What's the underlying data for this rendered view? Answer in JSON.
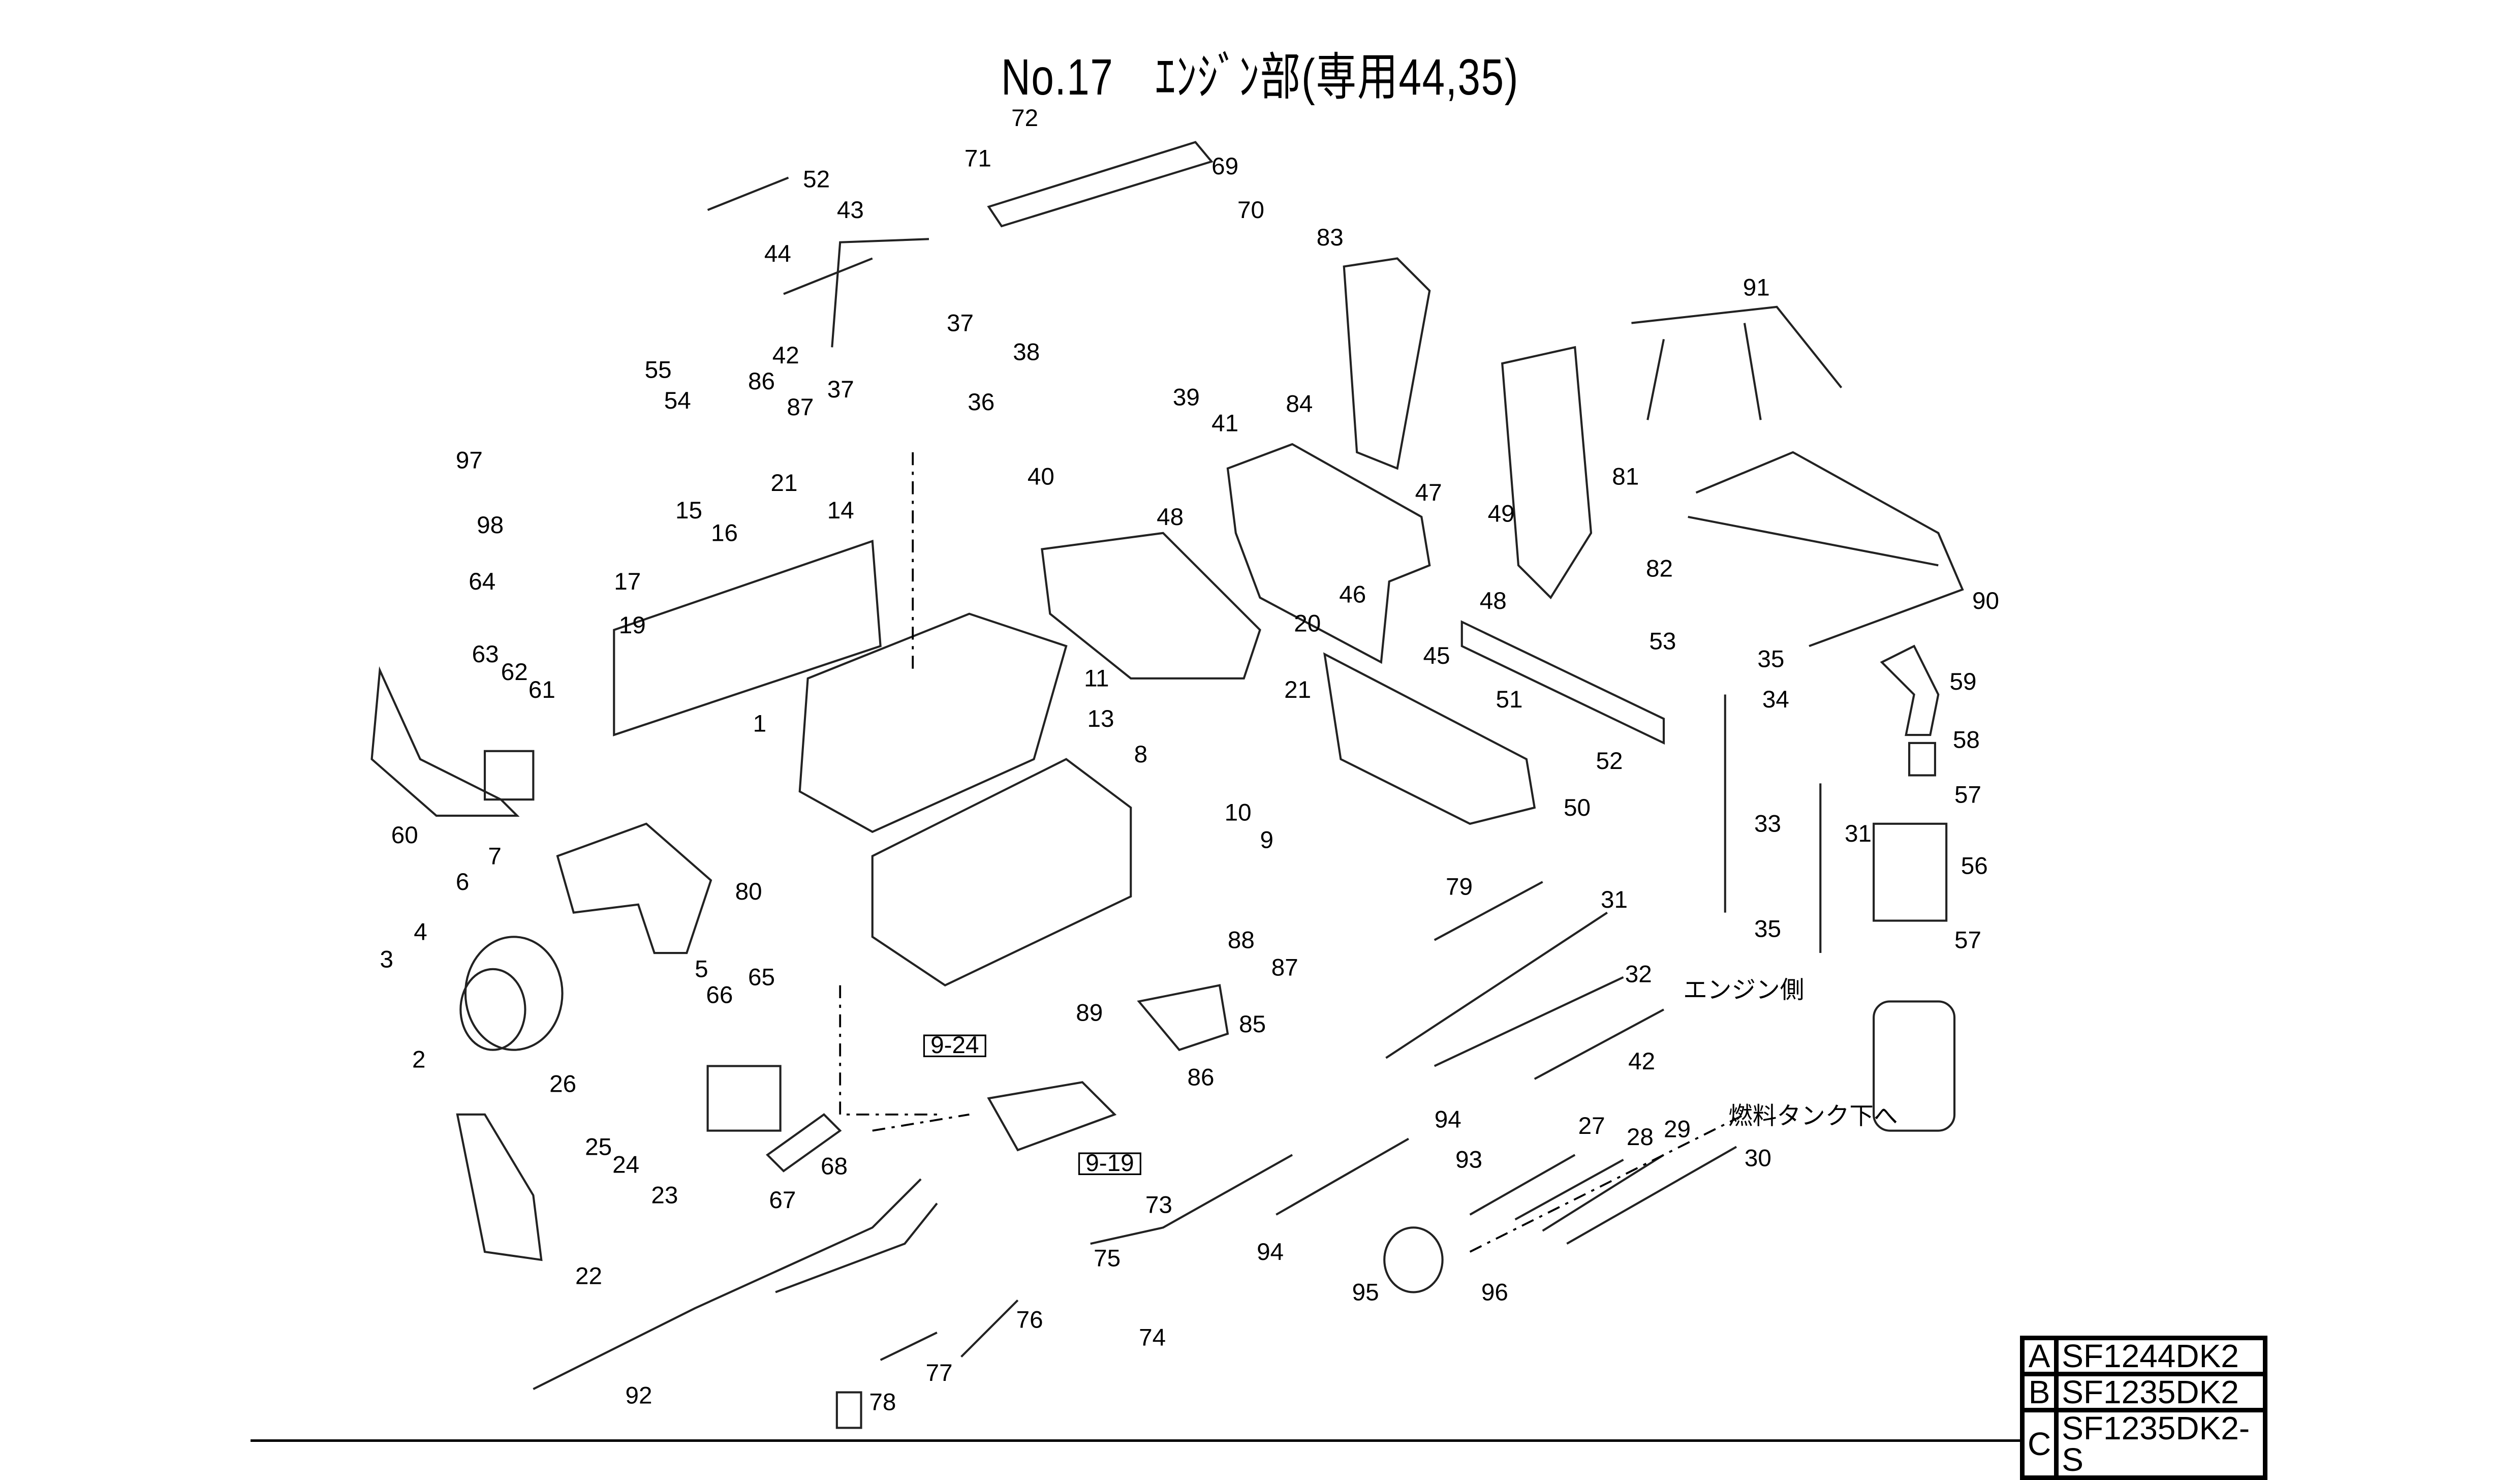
{
  "title": "No.17　ｴﾝｼﾞﾝ部(専用44,35)",
  "callouts": [
    "52",
    "43",
    "44",
    "42",
    "37",
    "38",
    "37",
    "36",
    "39",
    "41",
    "40",
    "72",
    "71",
    "69",
    "70",
    "83",
    "84",
    "91",
    "81",
    "47",
    "49",
    "48",
    "46",
    "48",
    "45",
    "82",
    "90",
    "53",
    "35",
    "34",
    "59",
    "58",
    "57",
    "56",
    "33",
    "31",
    "35",
    "57",
    "55",
    "54",
    "86",
    "87",
    "97",
    "98",
    "21",
    "15",
    "16",
    "14",
    "17",
    "19",
    "64",
    "63",
    "62",
    "61",
    "1",
    "11",
    "13",
    "20",
    "21",
    "51",
    "52",
    "50",
    "8",
    "10",
    "9",
    "60",
    "7",
    "6",
    "80",
    "4",
    "3",
    "5",
    "2",
    "66",
    "65",
    "88",
    "87",
    "89",
    "85",
    "86",
    "79",
    "31",
    "32",
    "42",
    "26",
    "25",
    "24",
    "23",
    "22",
    "67",
    "68",
    "94",
    "93",
    "27",
    "28",
    "29",
    "30",
    "73",
    "94",
    "75",
    "74",
    "95",
    "96",
    "76",
    "77",
    "78",
    "92"
  ],
  "notes": {
    "engine_side": "エンジン側",
    "fuel_tank": "燃料タンク下へ"
  },
  "refs": [
    "9-24",
    "9-19"
  ],
  "models": [
    {
      "key": "A",
      "name": "SF1244DK2"
    },
    {
      "key": "B",
      "name": "SF1235DK2"
    },
    {
      "key": "C",
      "name": "SF1235DK2-S"
    }
  ]
}
